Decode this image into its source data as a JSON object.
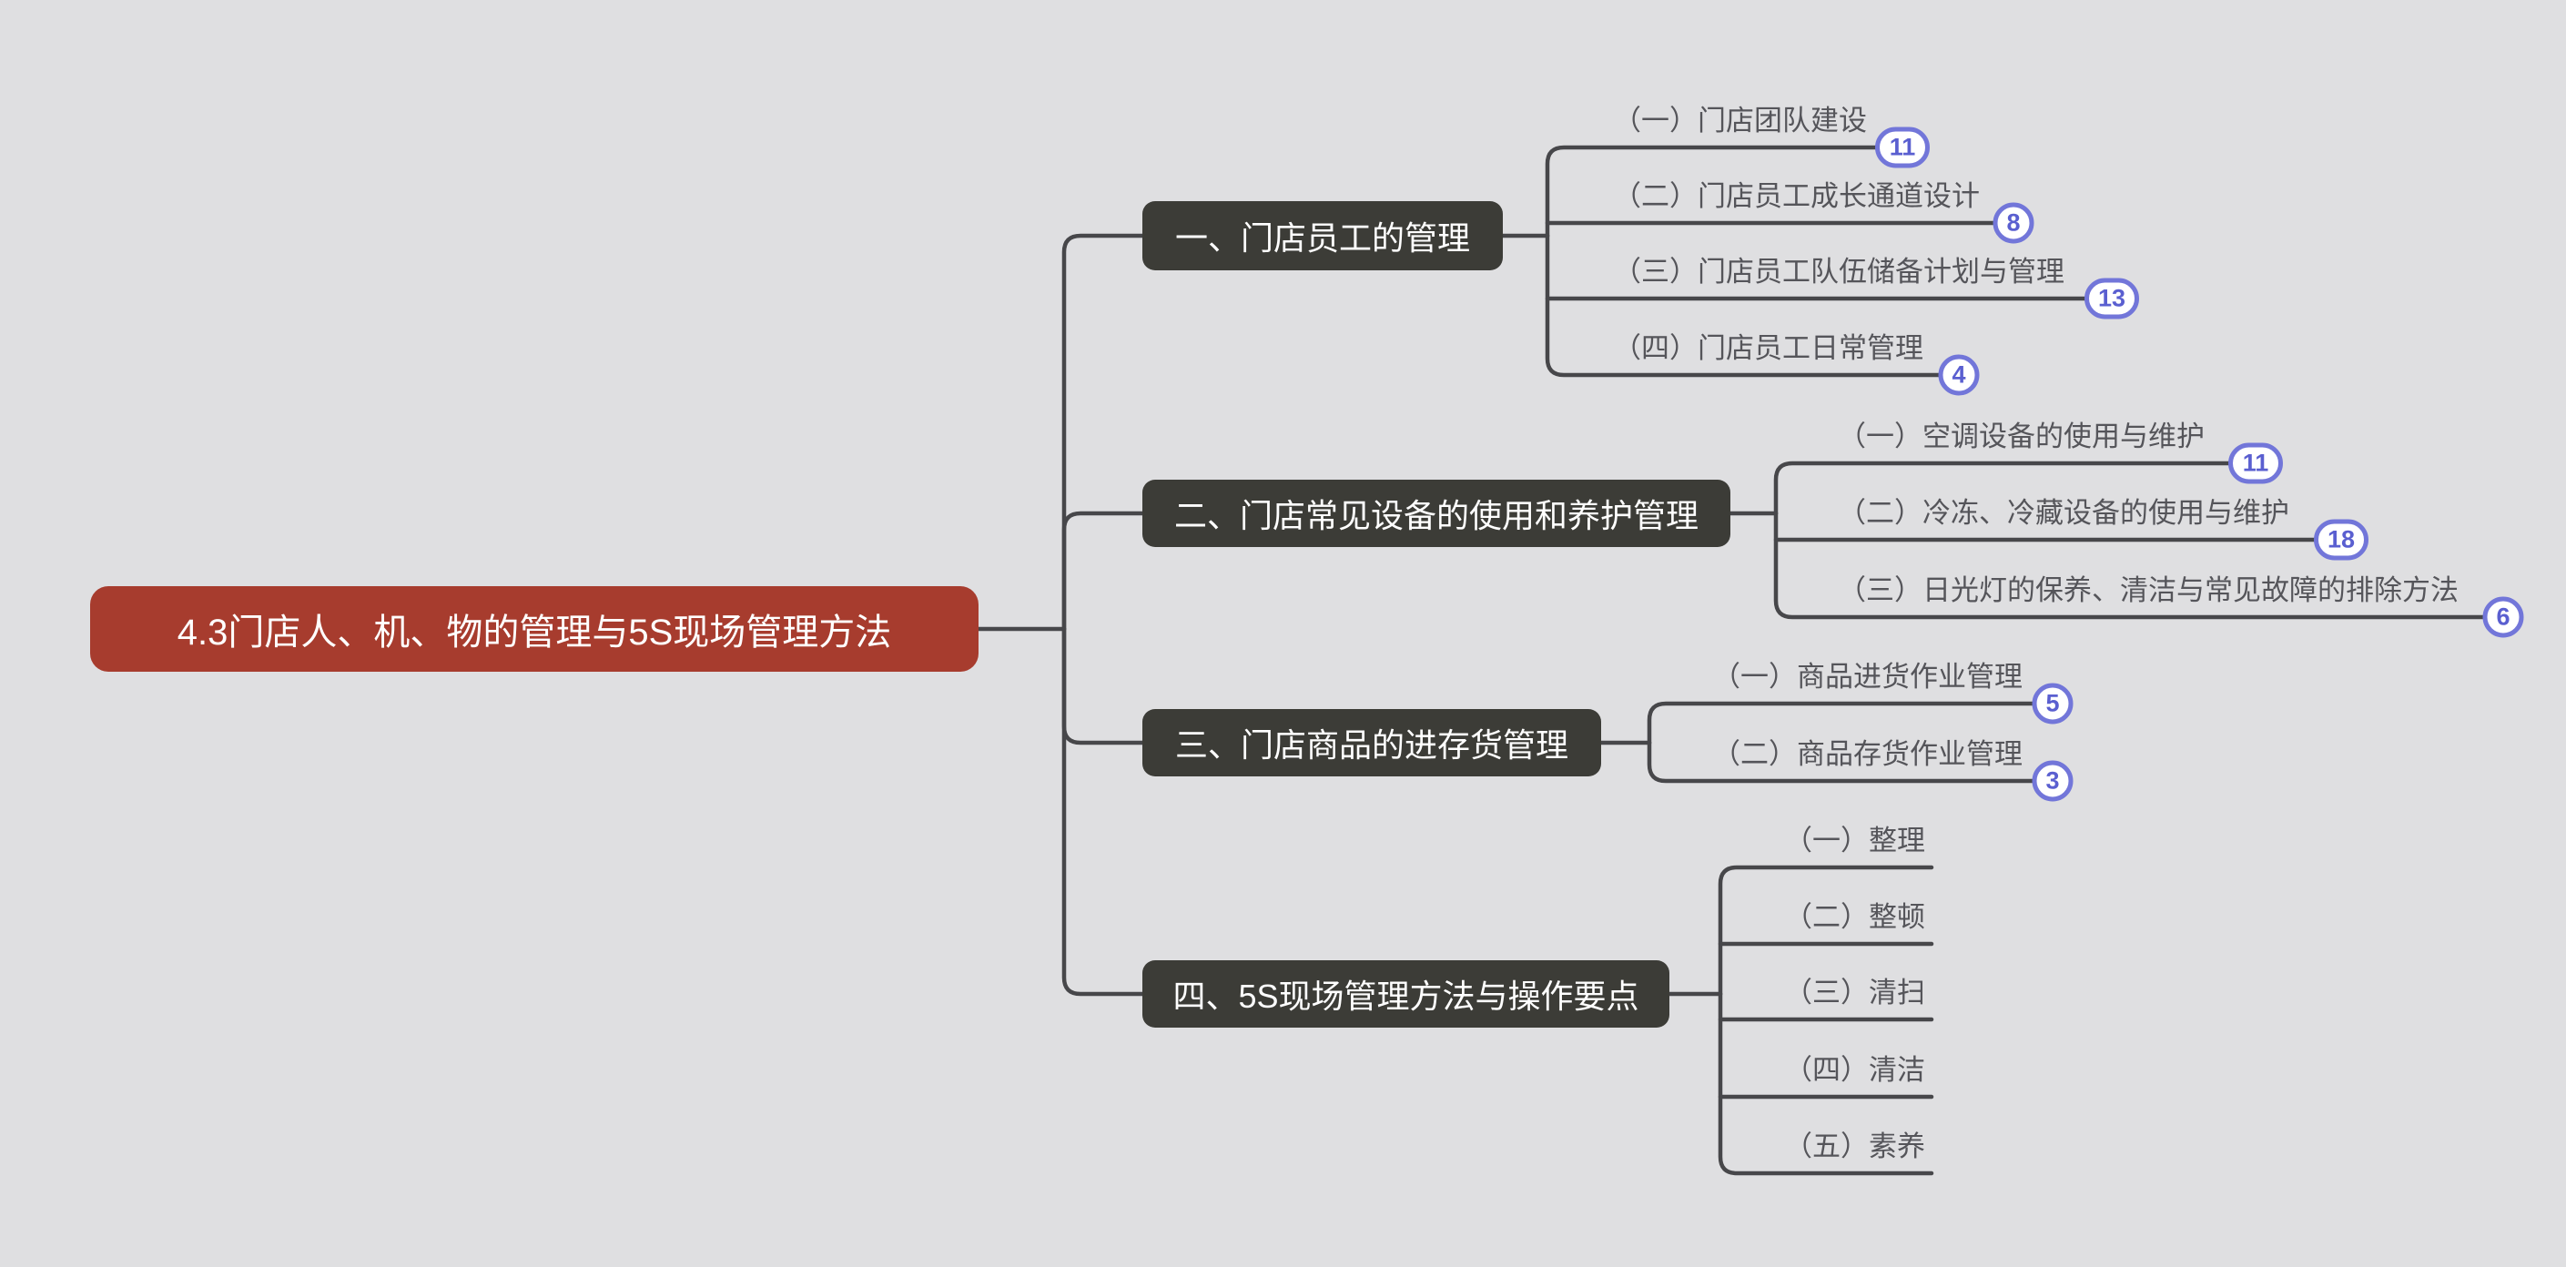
{
  "canvas": {
    "background": "#dfdfe1"
  },
  "colors": {
    "bg": "#dfdfe1",
    "root-fill": "#a73c2e",
    "root-text": "#ffffff",
    "branch-fill": "#3c3c37",
    "branch-text": "#ffffff",
    "line": "#47474a",
    "subtopic-text": "#55555a",
    "badge-border": "#7276d9",
    "badge-text": "#5a5fd0",
    "badge-fill": "#ffffff"
  },
  "root": {
    "label": "4.3门店人、机、物的管理与5S现场管理方法"
  },
  "branches": [
    {
      "label": "一、门店员工的管理",
      "children": [
        {
          "label": "（一）门店团队建设",
          "badge": "11"
        },
        {
          "label": "（二）门店员工成长通道设计",
          "badge": "8"
        },
        {
          "label": "（三）门店员工队伍储备计划与管理",
          "badge": "13"
        },
        {
          "label": "（四）门店员工日常管理",
          "badge": "4"
        }
      ]
    },
    {
      "label": "二、门店常见设备的使用和养护管理",
      "children": [
        {
          "label": "（一）空调设备的使用与维护",
          "badge": "11"
        },
        {
          "label": "（二）冷冻、冷藏设备的使用与维护",
          "badge": "18"
        },
        {
          "label": "（三）日光灯的保养、清洁与常见故障的排除方法",
          "badge": "6"
        }
      ]
    },
    {
      "label": "三、门店商品的进存货管理",
      "children": [
        {
          "label": "（一）商品进货作业管理",
          "badge": "5"
        },
        {
          "label": "（二）商品存货作业管理",
          "badge": "3"
        }
      ]
    },
    {
      "label": "四、5S现场管理方法与操作要点",
      "children": [
        {
          "label": "（一）整理"
        },
        {
          "label": "（二）整顿"
        },
        {
          "label": "（三）清扫"
        },
        {
          "label": "（四）清洁"
        },
        {
          "label": "（五）素养"
        }
      ]
    }
  ]
}
